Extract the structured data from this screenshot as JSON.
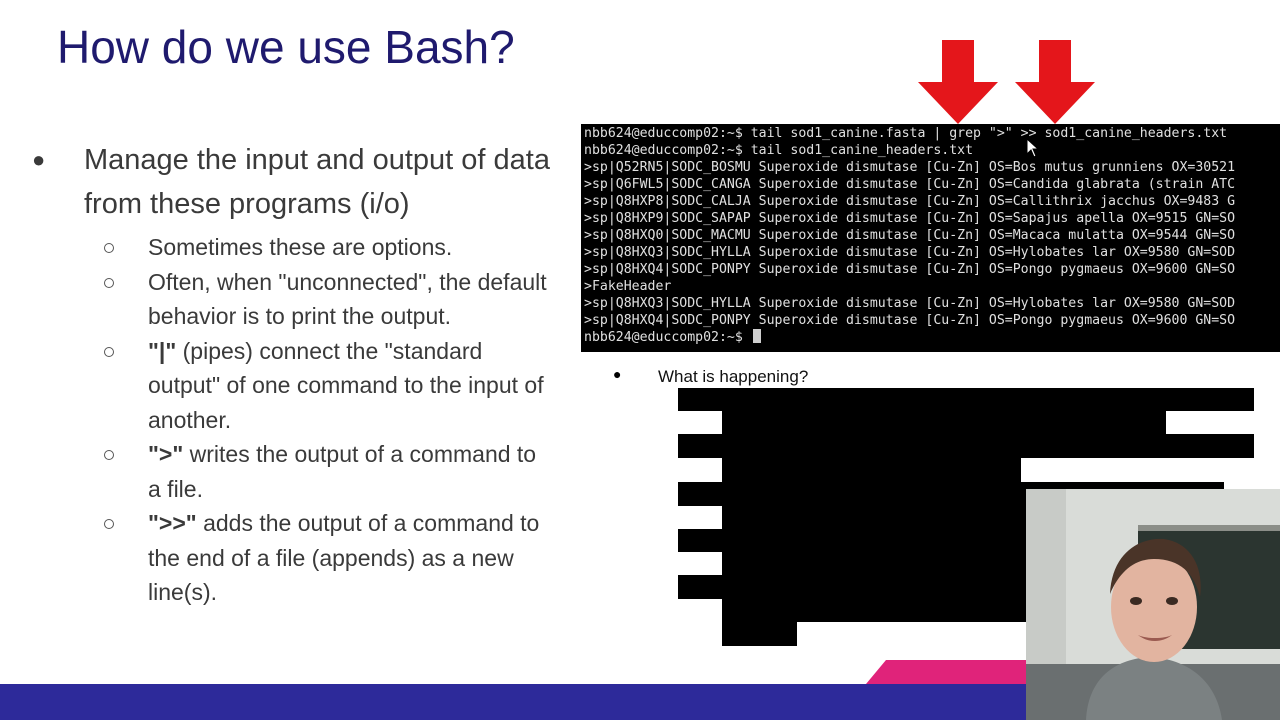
{
  "slide": {
    "title": "How do we use Bash?"
  },
  "bullets": {
    "main": "Manage the input and output of data from these programs (i/o)",
    "sub": [
      {
        "text": "Sometimes these are options."
      },
      {
        "text": "Often, when \"unconnected\", the default behavior is to print the output."
      },
      {
        "prefix": "\"|\"",
        "text": " (pipes) connect the \"standard output\" of one command to the input of another."
      },
      {
        "prefix": "\">\"",
        "text": " writes the output of a command to a file."
      },
      {
        "prefix": "\">>\"",
        "text": " adds the output of a command to the end of a file (appends) as a new line(s)."
      }
    ]
  },
  "terminal": {
    "lines": [
      "nbb624@educcomp02:~$ tail sod1_canine.fasta | grep \">\" >> sod1_canine_headers.txt",
      "nbb624@educcomp02:~$ tail sod1_canine_headers.txt",
      ">sp|Q52RN5|SODC_BOSMU Superoxide dismutase [Cu-Zn] OS=Bos mutus grunniens OX=30521",
      ">sp|Q6FWL5|SODC_CANGA Superoxide dismutase [Cu-Zn] OS=Candida glabrata (strain ATC",
      ">sp|Q8HXP8|SODC_CALJA Superoxide dismutase [Cu-Zn] OS=Callithrix jacchus OX=9483 G",
      ">sp|Q8HXP9|SODC_SAPAP Superoxide dismutase [Cu-Zn] OS=Sapajus apella OX=9515 GN=SO",
      ">sp|Q8HXQ0|SODC_MACMU Superoxide dismutase [Cu-Zn] OS=Macaca mulatta OX=9544 GN=SO",
      ">sp|Q8HXQ3|SODC_HYLLA Superoxide dismutase [Cu-Zn] OS=Hylobates lar OX=9580 GN=SOD",
      ">sp|Q8HXQ4|SODC_PONPY Superoxide dismutase [Cu-Zn] OS=Pongo pygmaeus OX=9600 GN=SO",
      ">FakeHeader",
      ">sp|Q8HXQ3|SODC_HYLLA Superoxide dismutase [Cu-Zn] OS=Hylobates lar OX=9580 GN=SOD",
      ">sp|Q8HXQ4|SODC_PONPY Superoxide dismutase [Cu-Zn] OS=Pongo pygmaeus OX=9600 GN=SO",
      "nbb624@educcomp02:~$ "
    ]
  },
  "question": {
    "text": "What is happening?"
  },
  "colors": {
    "title": "#1f1a6e",
    "footer": "#2d2a9a",
    "accent_pink": "#e0237a",
    "arrow_red": "#e4161b",
    "terminal_bg": "#000000"
  },
  "icons": {
    "arrows": "red-down-arrow-icon",
    "pointer": "mouse-pointer-icon",
    "webcam": "presenter-webcam"
  }
}
